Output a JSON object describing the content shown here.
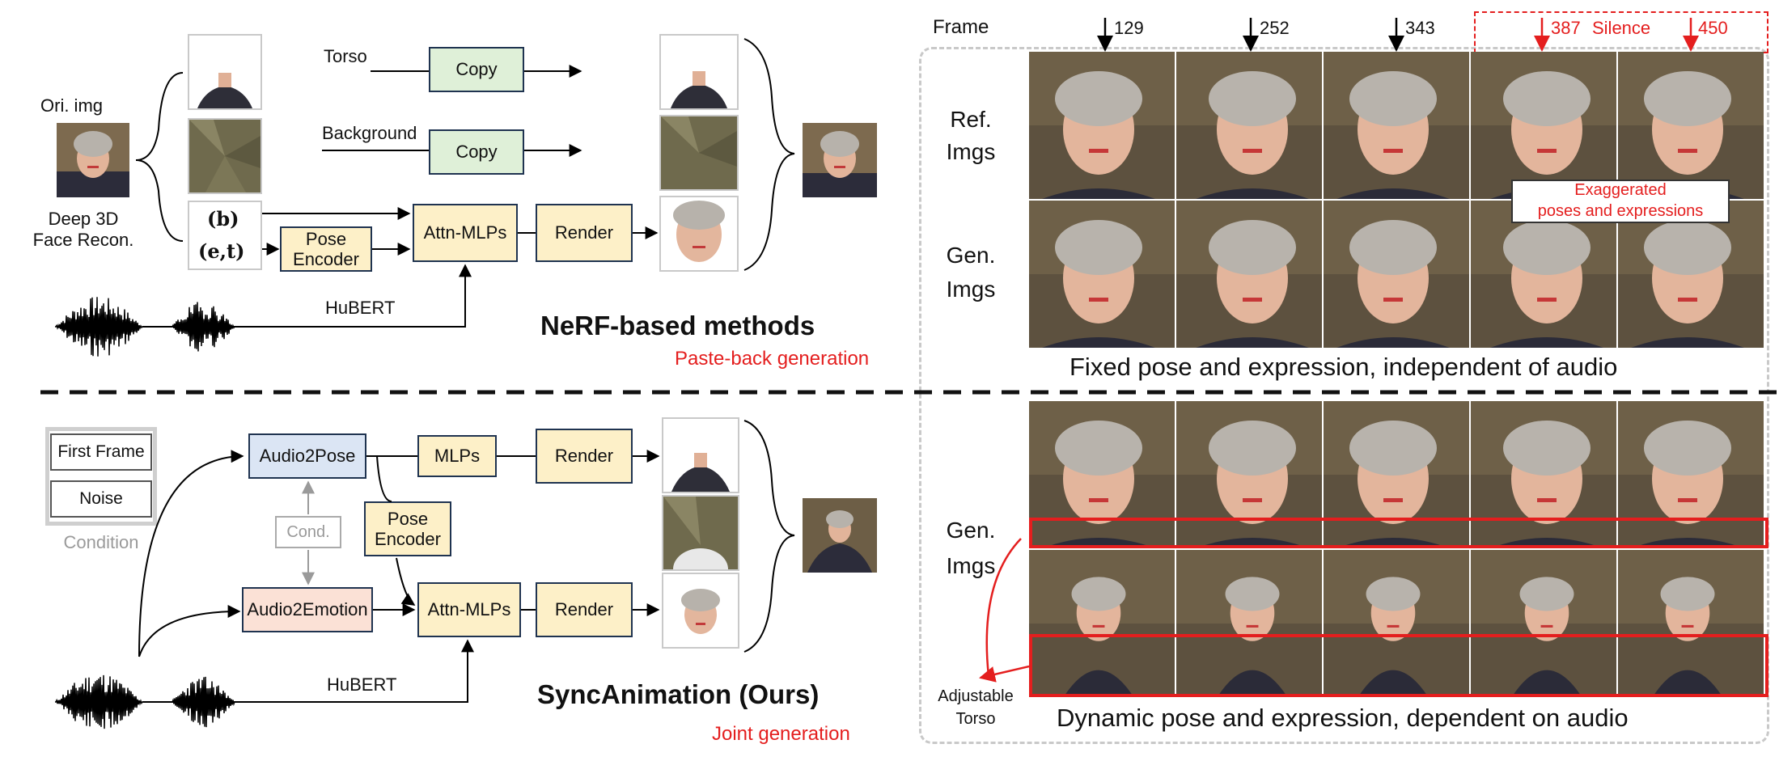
{
  "nerf": {
    "ori_img_label": "Ori. img",
    "recon_label_1": "Deep 3D",
    "recon_label_2": "Face Recon.",
    "torso_label": "Torso",
    "background_label": "Background",
    "copy_torso": "Copy",
    "copy_bg": "Copy",
    "b_label": "(b)",
    "et_label": "(e,t)",
    "pose_encoder": "Pose\nEncoder",
    "attn_mlps": "Attn-MLPs",
    "render": "Render",
    "hubert": "HuBERT",
    "title": "NeRF-based methods",
    "subtitle": "Paste-back generation"
  },
  "sync": {
    "first_frame": "First Frame",
    "noise": "Noise",
    "condition": "Condition",
    "audio2pose": "Audio2Pose",
    "audio2emotion": "Audio2Emotion",
    "cond": "Cond.",
    "mlps": "MLPs",
    "render_top": "Render",
    "render_bottom": "Render",
    "pose_encoder": "Pose\nEncoder",
    "attn_mlps": "Attn-MLPs",
    "hubert": "HuBERT",
    "title": "SyncAnimation (Ours)",
    "subtitle": "Joint generation"
  },
  "right": {
    "frame_label": "Frame",
    "frames": [
      "129",
      "252",
      "343",
      "387",
      "450"
    ],
    "silence": "Silence",
    "ref_imgs_1": "Ref.",
    "ref_imgs_2": "Imgs",
    "gen_imgs_1": "Gen.",
    "gen_imgs_2": "Imgs",
    "exaggerated_1": "Exaggerated",
    "exaggerated_2": "poses and expressions",
    "fixed_caption": "Fixed pose and expression, independent of audio",
    "gen2_1": "Gen.",
    "gen2_2": "Imgs",
    "adjustable_1": "Adjustable",
    "adjustable_2": "Torso",
    "dynamic_caption": "Dynamic pose and expression, dependent on audio"
  },
  "colors": {
    "accent_red": "#e41e1e",
    "box_yellow": "#fdf0c8",
    "box_green": "#dff0d8",
    "box_blue": "#dbe5f4",
    "box_pink": "#fbe1d6"
  }
}
